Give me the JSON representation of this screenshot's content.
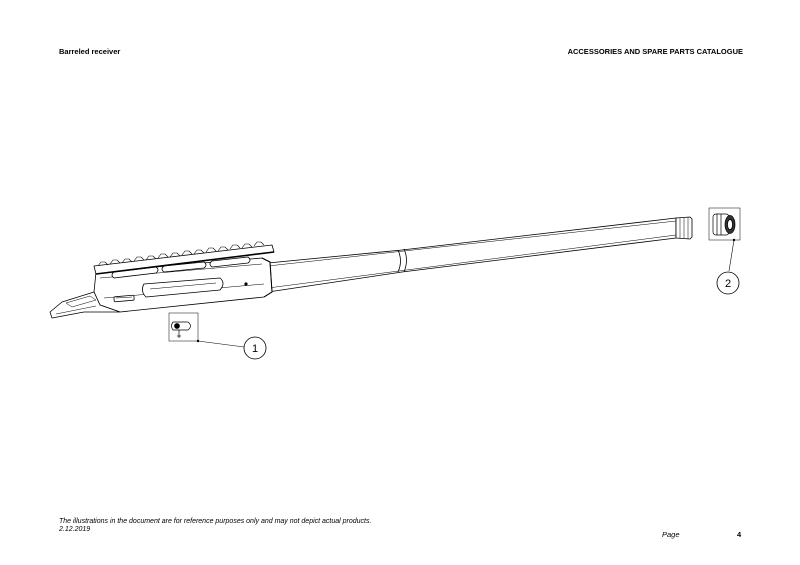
{
  "header": {
    "section_title": "Barreled receiver",
    "catalogue_title": "ACCESSORIES AND SPARE PARTS CATALOGUE"
  },
  "callouts": [
    {
      "number": "1",
      "part": "bolt-release-pin"
    },
    {
      "number": "2",
      "part": "thread-protector-cap"
    }
  ],
  "footer": {
    "disclaimer": "The illustrations in the document are for reference purposes only and may not depict actual products.",
    "date": "2.12.2019",
    "page_label": "Page",
    "page_number": "4"
  }
}
